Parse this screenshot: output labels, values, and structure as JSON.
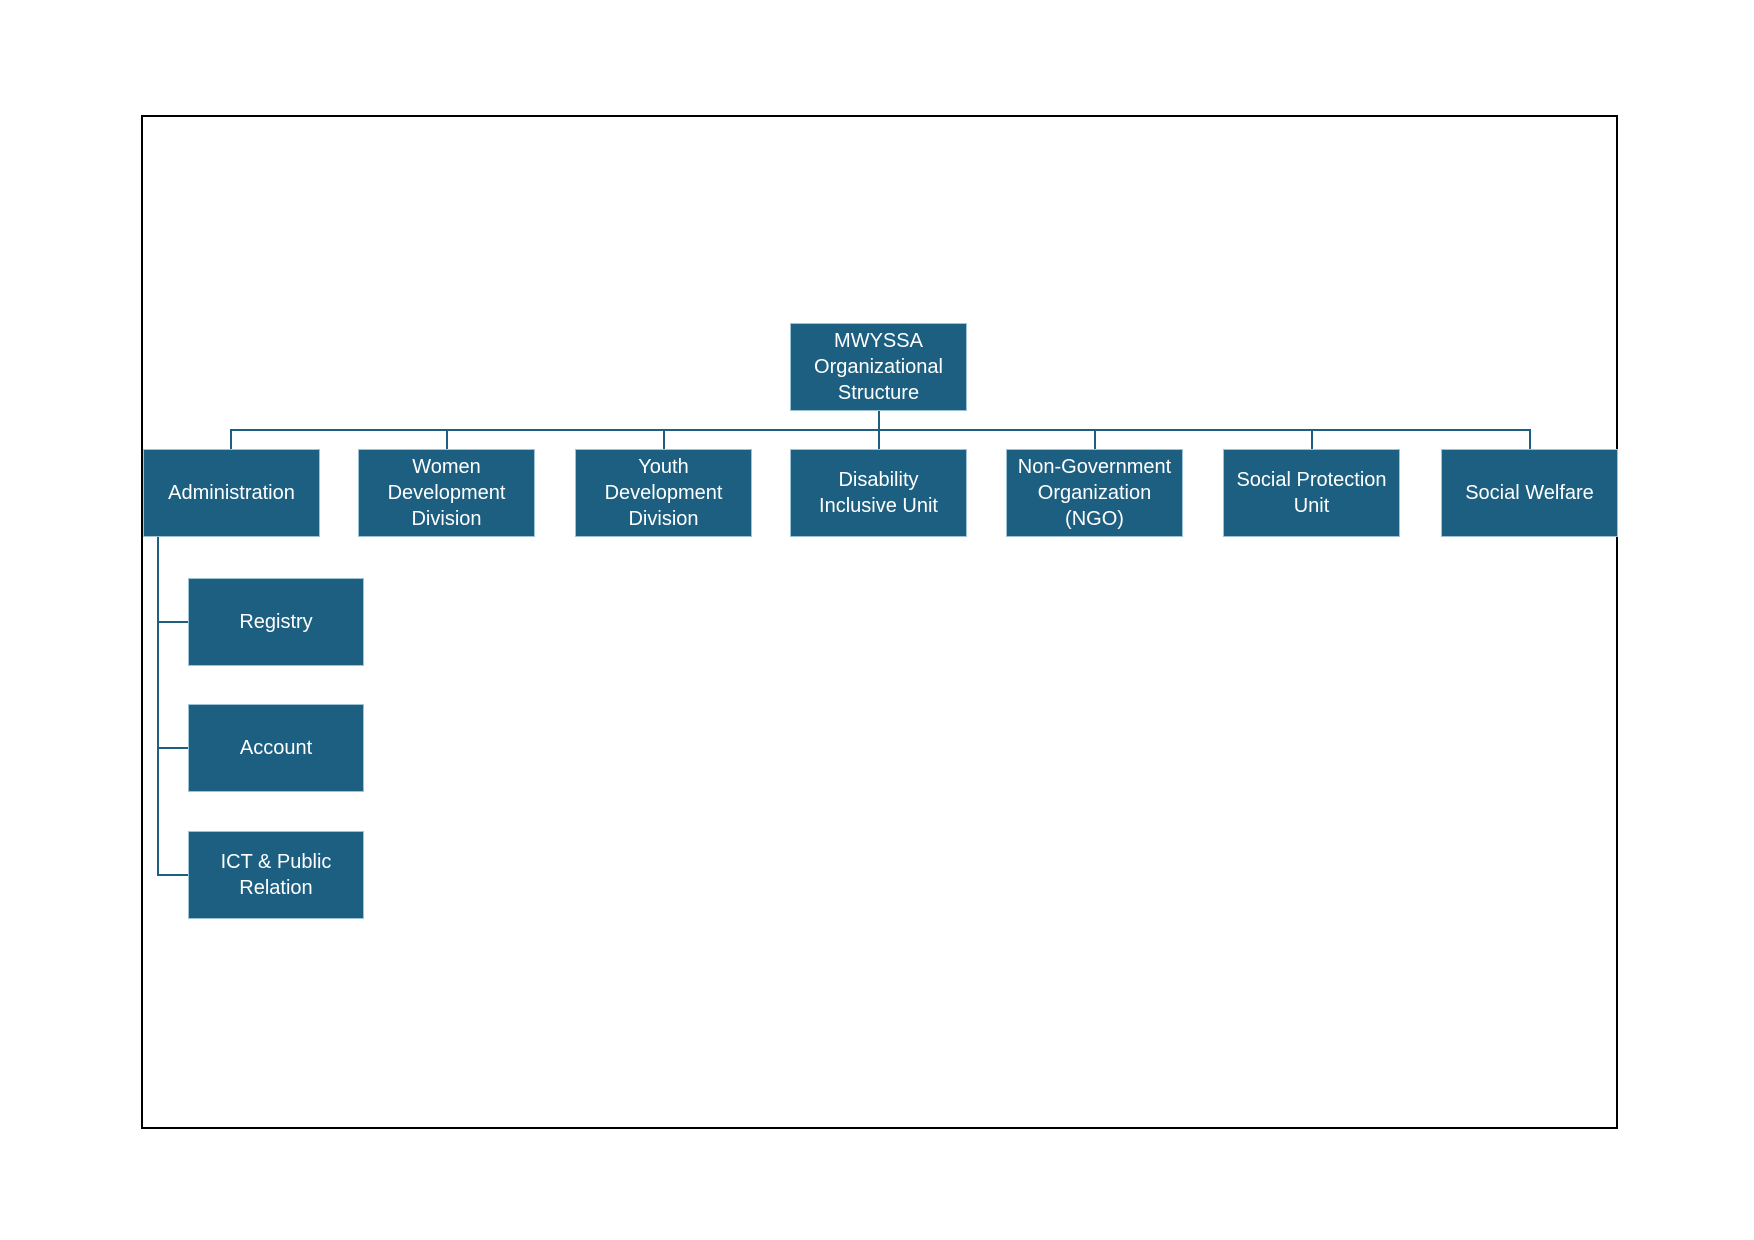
{
  "colors": {
    "box_fill": "#1D5F80",
    "box_border": "#9DC3D6",
    "box_text": "#FFFFFF",
    "connector": "#1D5F80",
    "frame_border": "#000000",
    "page_background": "#FFFFFF"
  },
  "org_chart": {
    "type": "organizational-chart",
    "root": {
      "label": "MWYSSA\nOrganizational\nStructure"
    },
    "departments": [
      {
        "label": "Administration",
        "children": [
          {
            "label": "Registry"
          },
          {
            "label": "Account"
          },
          {
            "label": "ICT & Public\nRelation"
          }
        ]
      },
      {
        "label": "Women\nDevelopment\nDivision",
        "children": []
      },
      {
        "label": "Youth\nDevelopment\nDivision",
        "children": []
      },
      {
        "label": "Disability\nInclusive Unit",
        "children": []
      },
      {
        "label": "Non-Government\nOrganization\n(NGO)",
        "children": []
      },
      {
        "label": "Social Protection\nUnit",
        "children": []
      },
      {
        "label": "Social Welfare",
        "children": []
      }
    ]
  }
}
